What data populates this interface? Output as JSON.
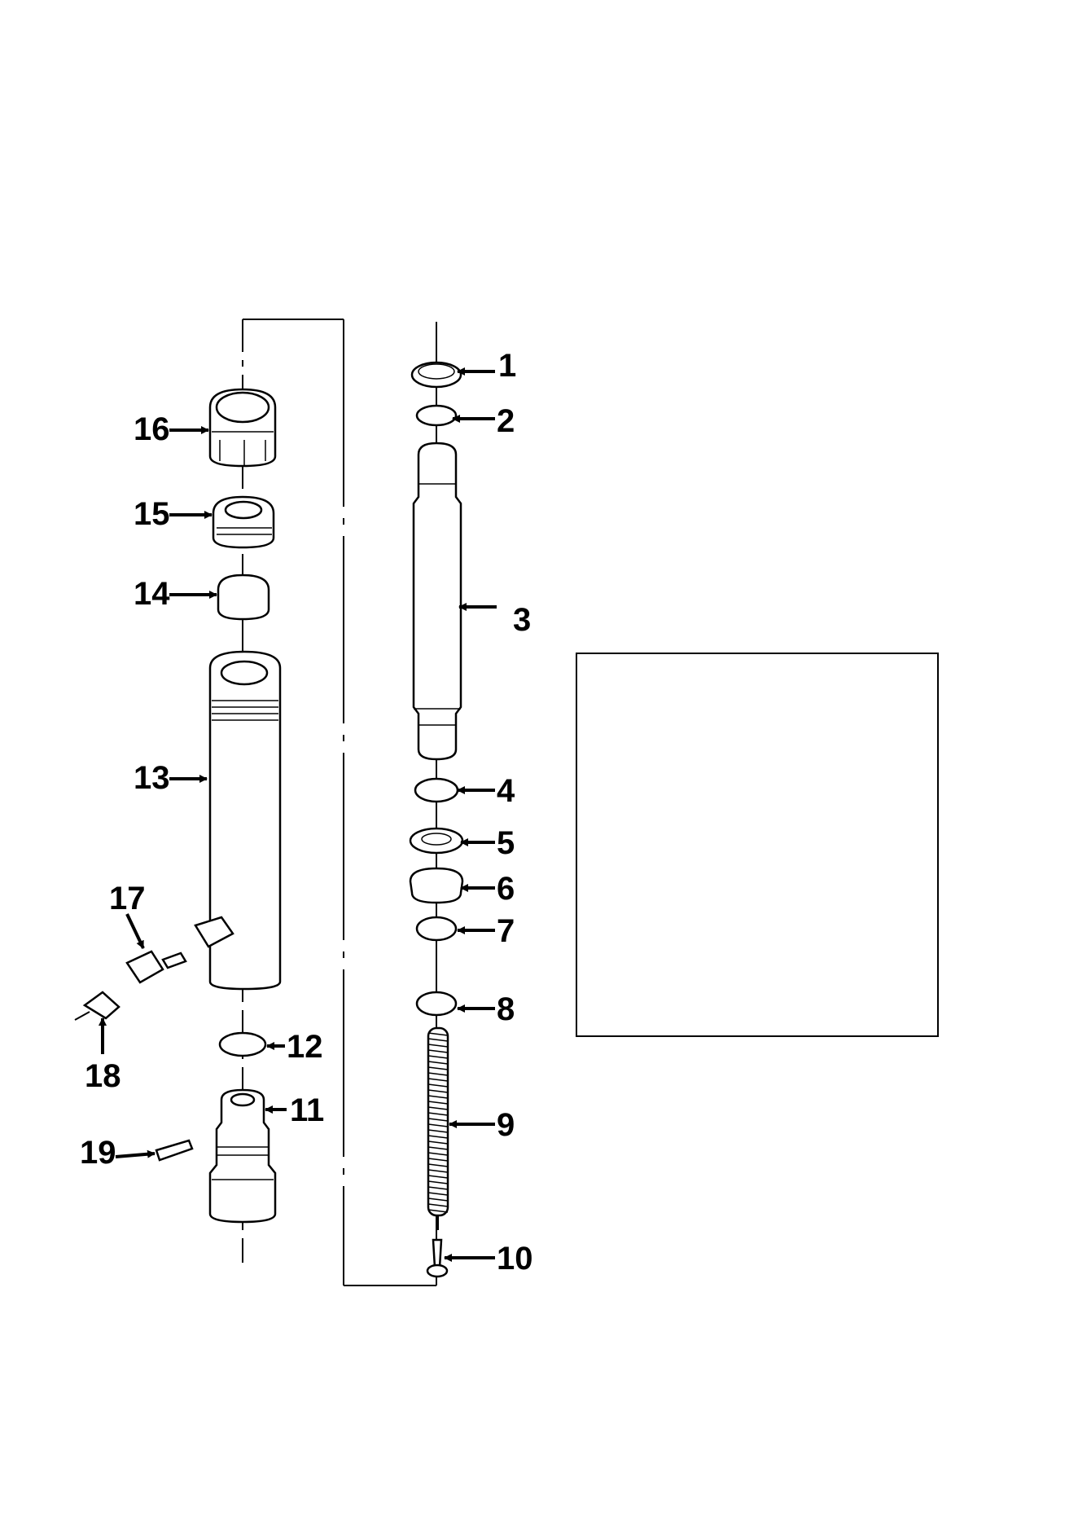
{
  "labels": {
    "p1": "1",
    "p2": "2",
    "p3": "3",
    "p4": "4",
    "p5": "5",
    "p6": "6",
    "p7": "7",
    "p8": "8",
    "p9": "9",
    "p10": "10",
    "p11": "11",
    "p12": "12",
    "p13": "13",
    "p14": "14",
    "p15": "15",
    "p16": "16",
    "p17": "17",
    "p18": "18",
    "p19": "19"
  },
  "legend_box": {
    "text": ""
  }
}
